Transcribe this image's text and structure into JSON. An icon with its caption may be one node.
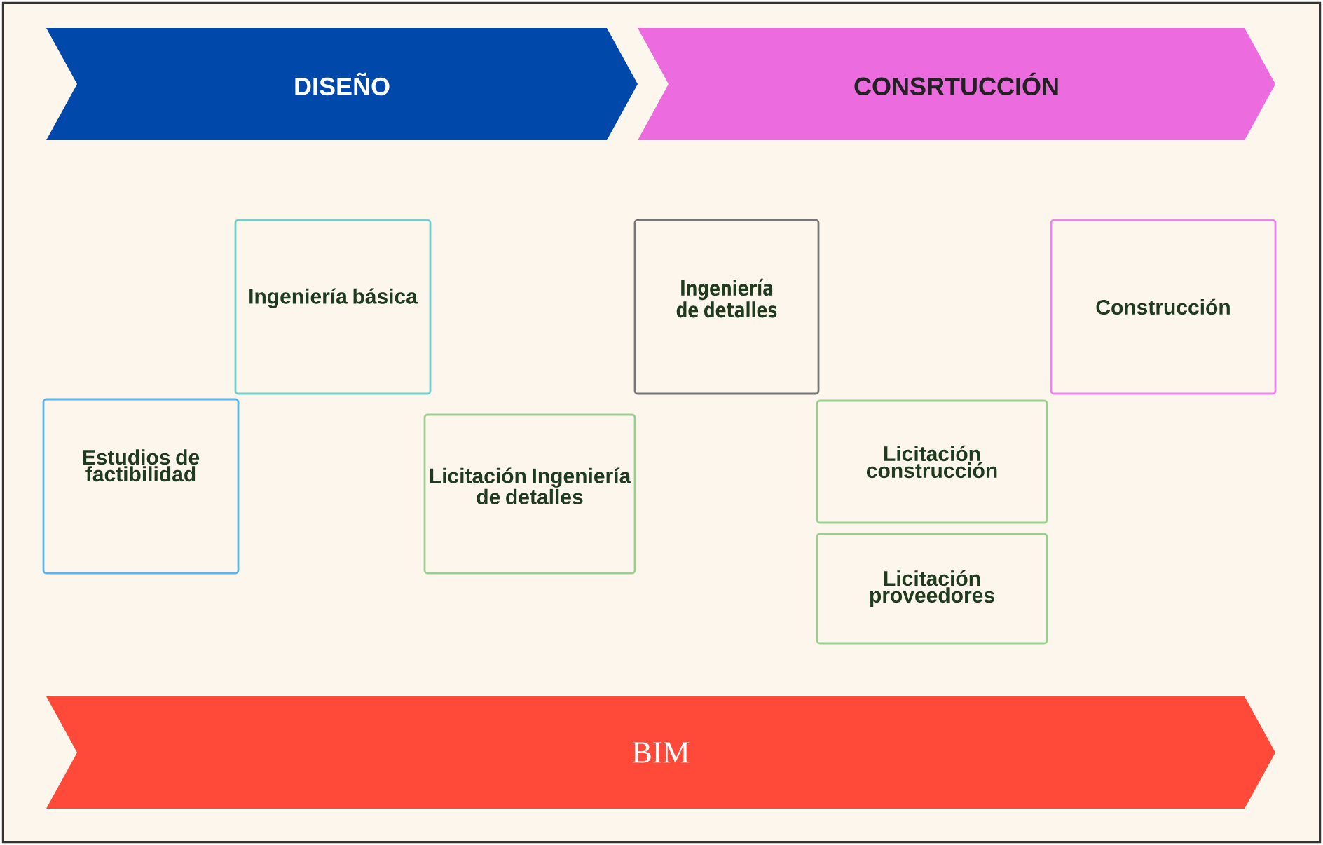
{
  "diagram": {
    "nodes": [
      {
        "text": [
          "DISEÑO"
        ]
      },
      {
        "text": [
          "CONSRTUCCIÓN"
        ]
      },
      {
        "text": [
          "Ingeniería básica"
        ]
      },
      {
        "text": [
          "Ingeniería de detalles"
        ]
      },
      {
        "text": [
          "Construcción"
        ]
      },
      {
        "text": [
          "Estudios de factibilidad"
        ]
      },
      {
        "text": [
          "Licitación Ingeniería de detalles"
        ]
      },
      {
        "text": [
          "Licitación construcción"
        ]
      },
      {
        "text": [
          "Licitación proveedores"
        ]
      },
      {
        "text": [
          "BIM"
        ]
      }
    ]
  }
}
